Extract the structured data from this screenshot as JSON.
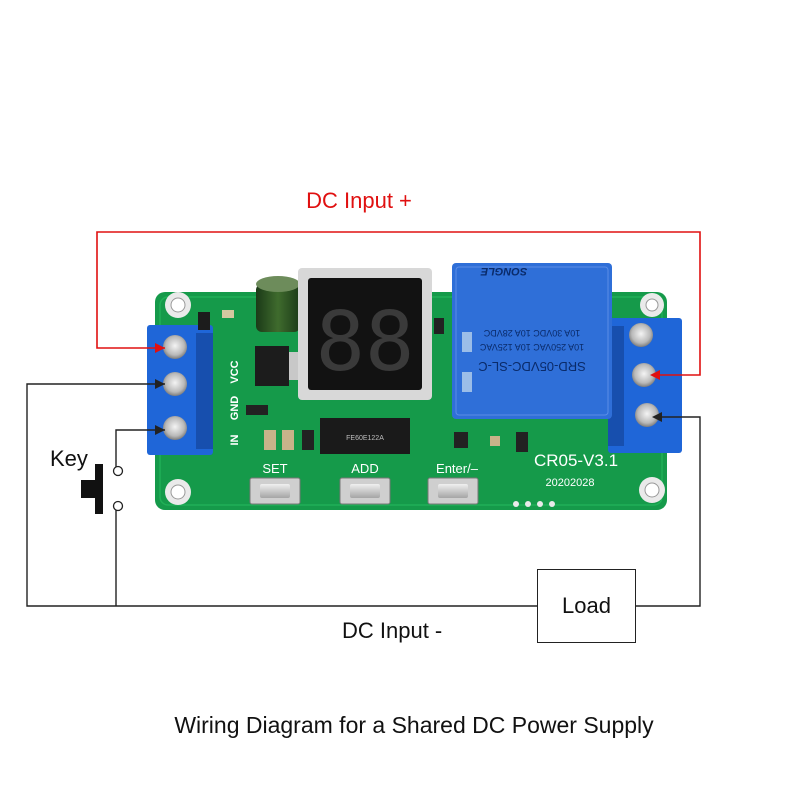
{
  "labels": {
    "dc_positive": "DC Input +",
    "dc_negative": "DC Input -",
    "key": "Key",
    "load": "Load",
    "caption": "Wiring Diagram for a Shared DC Power Supply"
  },
  "board": {
    "silkscreen": {
      "vcc": "VCC",
      "gnd": "GND",
      "in": "IN",
      "model": "CR05-V3.1",
      "date": "20202028",
      "button_set": "SET",
      "button_add": "ADD",
      "button_enter": "Enter/–"
    },
    "display_digits": "88",
    "relay_text": {
      "model": "SRD-05VDC-SL-C",
      "line1": "10A 250VAC  10A 125VAC",
      "line2": "10A 30VDC  10A 28VDC",
      "brand": "SONGLE"
    },
    "chip_text": "FE60E122A"
  },
  "colors": {
    "positive_wire": "#e01010",
    "negative_wire": "#222222",
    "pcb_green": "#159a4a",
    "terminal_blue": "#1f66d8",
    "relay_blue": "#2f6fd8"
  }
}
